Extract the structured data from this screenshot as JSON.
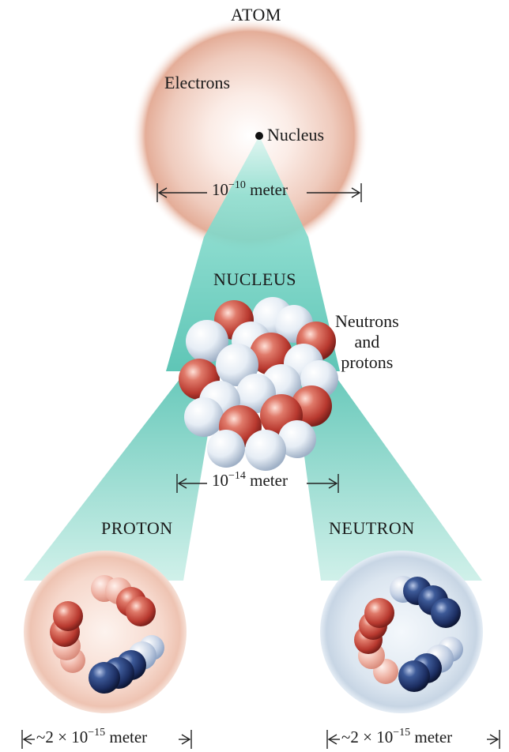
{
  "atom": {
    "title": "ATOM",
    "electrons_label": "Electrons",
    "nucleus_label": "Nucleus",
    "size_base": "10",
    "size_exp": "−10",
    "size_unit": "meter"
  },
  "nucleus": {
    "title": "NUCLEUS",
    "contents_line1": "Neutrons",
    "contents_line2": "and",
    "contents_line3": "protons",
    "size_base": "10",
    "size_exp": "−14",
    "size_unit": "meter"
  },
  "proton": {
    "title": "PROTON",
    "size_prefix": "~2 × 10",
    "size_exp": "−15",
    "size_unit": "meter"
  },
  "neutron": {
    "title": "NEUTRON",
    "size_prefix": "~2 × 10",
    "size_exp": "−15",
    "size_unit": "meter"
  },
  "colors": {
    "cloud": "#e9b9a6",
    "beam": "#6fd0bf",
    "red_sphere": "#c0463c",
    "white_sphere": "#e8eef6",
    "blue_sphere": "#1f3468"
  }
}
